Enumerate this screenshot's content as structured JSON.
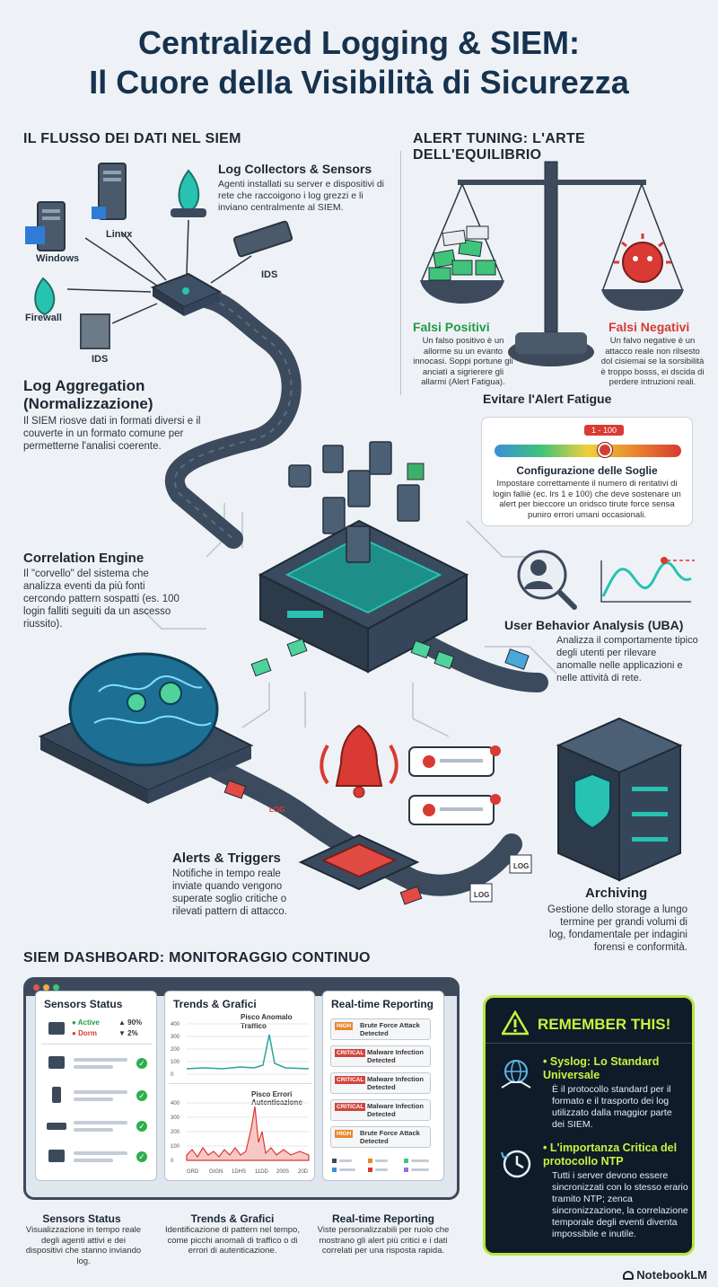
{
  "title": {
    "line1": "Centralized Logging & SIEM:",
    "line2": "Il Cuore della Visibilità di Sicurezza"
  },
  "flow": {
    "heading": "IL FLUSSO DEI DATI NEL SIEM",
    "sources": {
      "linux": "Linux",
      "windows": "Windows",
      "firewall": "Firewall",
      "ids_top": "IDS",
      "ids_bottom": "IDS"
    },
    "collectors": {
      "title": "Log Collectors & Sensors",
      "text": "Agenti installati su server e dispositivi di rete che raccoigono i log grezzi e li inviano centralmente al SIEM."
    },
    "aggregation": {
      "title1": "Log Aggregation",
      "title2": "(Normalizzazione)",
      "text": "Il SIEM riosve dati in formati diversi e il couverte in un formato comune per permetterne l'analisi coerente."
    },
    "correlation": {
      "title": "Correlation Engine",
      "text": "Il \"corvello\" del sistema che analizza eventi da più fonti cercondo pattern sospatti (es. 100 login falliti seguiti da un ascesso riussito)."
    },
    "alerts": {
      "title": "Alerts & Triggers",
      "text": "Notifiche in tempo reale inviate quando vengono superate soglio critiche o rilevati pattern di attacco."
    },
    "archiving": {
      "title": "Archiving",
      "text": "Gestione dello storage a lungo termine per grandi volumi di log, fondamentale per indagini forensi e conformità."
    },
    "log_tag": "LOG"
  },
  "tuning": {
    "heading": "ALERT TUNING: L'ARTE DELL'EQUILIBRIO",
    "false_positive": {
      "title": "Falsi Positivi",
      "text": "Un falso positivo è un allorme su un evanto innocasi. Soppi portune gli anciatì a sigrierere gli allarmi (Alert Fatigua)."
    },
    "false_negative": {
      "title": "Falsi Negativi",
      "text": "Un falvo negative è un attacco reale non rilsesto dol cisiemai se la sorsibilità è troppo bosss, ei dscida di perdere intruzioni reali."
    },
    "fatigue_heading": "Evitare l'Alert Fatigue",
    "slider": {
      "range_label": "1 - 100",
      "level": 0.6,
      "title": "Configurazione delle Soglie",
      "text": "Impostare correttamente il numero di rentativi di login falliè (ec. lrs 1 e 100) che deve sostenare un alert per bieccore un oridsco tirute force sensa puniro errori umani occasionali."
    },
    "uba": {
      "title": "User Behavior Analysis (UBA)",
      "text": "Analizza il comportamente tipico degli utenti per rilevare anomalle nelle applicazioni e nelle attività di rete."
    }
  },
  "dashboard": {
    "heading": "SIEM DASHBOARD: MONITORAGGIO CONTINUO",
    "sensors": {
      "title": "Sensors Status",
      "active_label": "Active",
      "active_value": "90%",
      "down_label": "Dorm",
      "down_value": "2%"
    },
    "trends": {
      "title": "Trends & Grafici",
      "chart1_label": "Pisco Anomalo Traffico",
      "chart1_ticks": [
        "400",
        "300",
        "200",
        "100",
        "0"
      ],
      "chart2_label1": "Pisco Errori",
      "chart2_label2": "Autenticazione",
      "chart2_ticks": [
        "400",
        "300",
        "200",
        "100",
        "0"
      ],
      "x_ticks": [
        "GRD",
        "GIGN",
        "1DHS",
        "11DD",
        "200S",
        "20D"
      ]
    },
    "reporting": {
      "title": "Real-time Reporting",
      "items": [
        {
          "badge": "HIGH",
          "text": "Brute Force Attack Detected"
        },
        {
          "badge": "CRITICAL",
          "text": "Malware Infection Detected"
        },
        {
          "badge": "CRITICAL",
          "text": "Malware Infection Detected"
        },
        {
          "badge": "CRITICAL",
          "text": "Malware Infection Detected"
        },
        {
          "badge": "HIGH",
          "text": "Brute Force Attack Detected"
        }
      ]
    },
    "captions": {
      "sensors_title": "Sensors Status",
      "sensors_text": "Visualizzazione in tempo reale degli agenti attivi e dei dispositivi che stanno inviando log.",
      "trends_title": "Trends & Grafici",
      "trends_text": "Identificazione di pattern nel tempo, come picchi anomali di traffico o di errori di autenticazione.",
      "reporting_title": "Real-time Reporting",
      "reporting_text": "Viste personalizzabili per ruolo che mostrano gli alert più critici e i dati correlati per una risposta rapida."
    }
  },
  "remember": {
    "title": "REMEMBER THIS!",
    "syslog_title": "Syslog: Lo Standard Universale",
    "syslog_text": "È il protocollo standard per il formato e il trasporto dei log utilizzato dalla maggior parte dei SIEM.",
    "ntp_title": "L'importanza Critica del protocollo NTP",
    "ntp_text": "Tutti i server devono essere sincronizzati con lo stesso erario tramito NTP; zenca sincronizzazione, la correlazione temporale degli eventi diventa impossibile e inutile."
  },
  "brand": "NotebookLM",
  "colors": {
    "accent_teal": "#27c2b0",
    "accent_red": "#d93a33",
    "highlight_green": "#c8f23d",
    "navy": "#16324f"
  }
}
